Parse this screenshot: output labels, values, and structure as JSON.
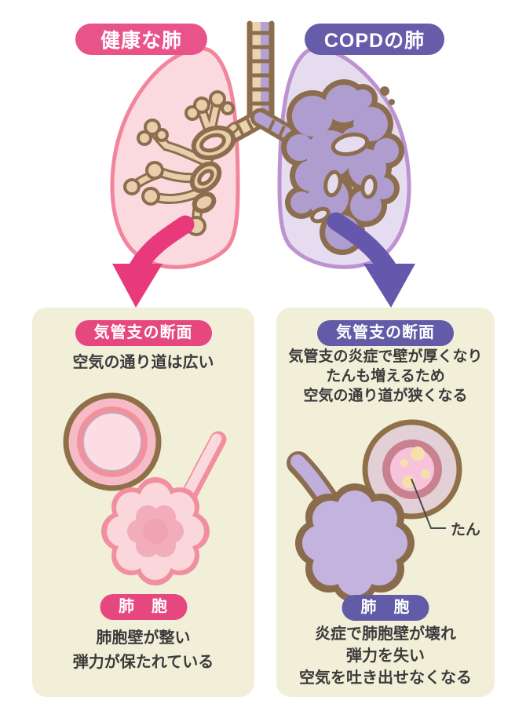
{
  "palette": {
    "pink_badge": "#E8538A",
    "pink_badge_deep": "#E6477F",
    "purple_badge": "#675CA9",
    "purple_badge_deep": "#625BA7",
    "panel_bg": "#F2EFD9",
    "pink_arrow": "#E83A7B",
    "purple_arrow": "#6457AC",
    "healthy_lung_fill": "#FBDADF",
    "healthy_lung_line": "#F2849B",
    "copd_lung_fill": "#E6DCEF",
    "copd_lung_line": "#BC92D0",
    "bronchi_beige": "#E9CEAB",
    "bronchi_brown": "#8C6E4F",
    "copd_tree_purple": "#AF9DD0",
    "phlegm_yellow": "#F5E0AC",
    "text_dark": "#3B3B3B"
  },
  "header": {
    "healthy_label": "健康な肺",
    "copd_label": "COPDの肺"
  },
  "left_panel": {
    "bronchus_badge": "気管支の断面",
    "bronchus_text": "空気の通り道は広い",
    "alveoli_badge": "肺　胞",
    "alveoli_lines": [
      "肺胞壁が整い",
      "弾力が保たれている"
    ]
  },
  "right_panel": {
    "bronchus_badge": "気管支の断面",
    "bronchus_lines": [
      "気管支の炎症で壁が厚くなり",
      "たんも増えるため",
      "空気の通り道が狭くなる"
    ],
    "phlegm_label": "たん",
    "alveoli_badge": "肺　胞",
    "alveoli_lines": [
      "炎症で肺胞壁が壊れ",
      "弾力を失い",
      "空気を吐き出せなくなる"
    ]
  }
}
